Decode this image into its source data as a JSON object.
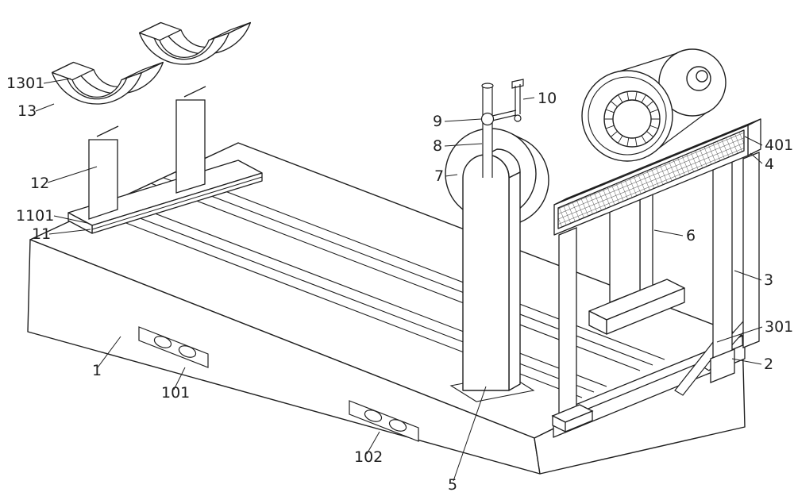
{
  "figure": {
    "background": "#ffffff",
    "line_color": "#1f1f1f",
    "labels": [
      {
        "text": "1301"
      },
      {
        "text": "13"
      },
      {
        "text": "12"
      },
      {
        "text": "1101"
      },
      {
        "text": "11"
      },
      {
        "text": "1"
      },
      {
        "text": "101"
      },
      {
        "text": "102"
      },
      {
        "text": "5"
      },
      {
        "text": "9"
      },
      {
        "text": "8"
      },
      {
        "text": "7"
      },
      {
        "text": "10"
      },
      {
        "text": "401"
      },
      {
        "text": "4"
      },
      {
        "text": "6"
      },
      {
        "text": "3"
      },
      {
        "text": "301"
      },
      {
        "text": "2"
      }
    ]
  }
}
